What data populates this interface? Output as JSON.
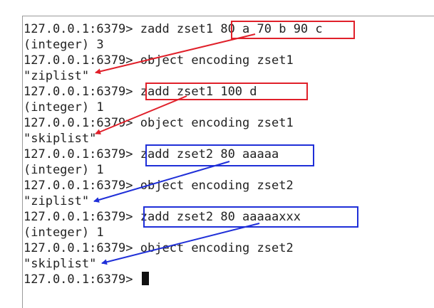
{
  "terminal": {
    "lines": [
      "127.0.0.1:6379> zadd zset1 80 a 70 b 90 c",
      "(integer) 3",
      "127.0.0.1:6379> object encoding zset1",
      "\"ziplist\"",
      "127.0.0.1:6379> zadd zset1 100 d",
      "(integer) 1",
      "127.0.0.1:6379> object encoding zset1",
      "\"skiplist\"",
      "127.0.0.1:6379> zadd zset2 80 aaaaa",
      "(integer) 1",
      "127.0.0.1:6379> object encoding zset2",
      "\"ziplist\"",
      "127.0.0.1:6379> zadd zset2 80 aaaaaxxx",
      "(integer) 1",
      "127.0.0.1:6379> object encoding zset2",
      "\"skiplist\"",
      "127.0.0.1:6379> "
    ]
  },
  "annotations": {
    "colors": {
      "red": "#e0202a",
      "blue": "#1f2fd8"
    }
  }
}
